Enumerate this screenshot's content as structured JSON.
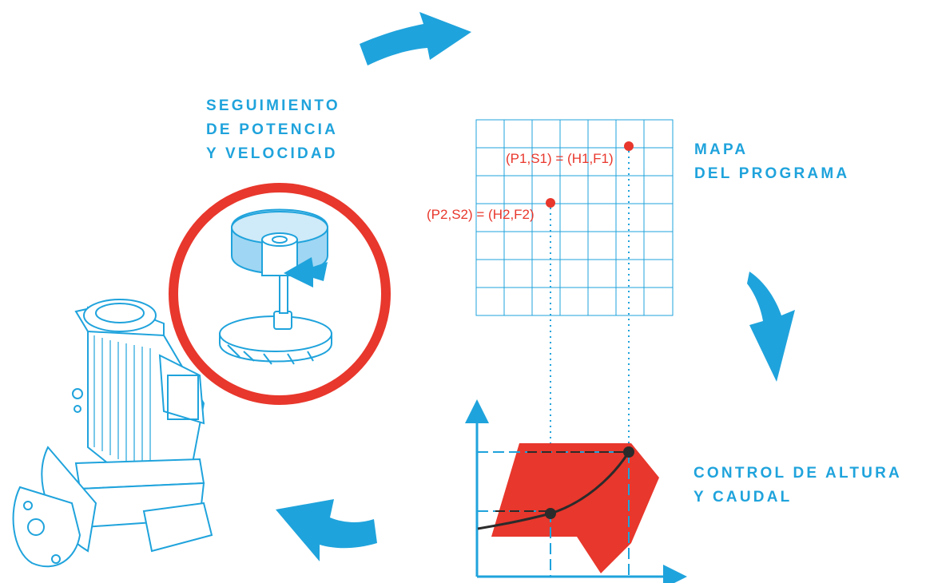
{
  "labels": {
    "seguimiento": [
      "SEGUIMIENTO",
      "DE POTENCIA",
      "Y VELOCIDAD"
    ],
    "mapa": [
      "MAPA",
      "DEL PROGRAMA"
    ],
    "control": [
      "CONTROL DE ALTURA",
      "Y CAUDAL"
    ]
  },
  "points": [
    {
      "P": "P1",
      "S": "S1",
      "H": "H1",
      "F": "F1"
    },
    {
      "P": "P2",
      "S": "S2",
      "H": "H2",
      "F": "F2"
    }
  ],
  "colors": {
    "blue": "#1fa3dc",
    "red": "#e8372c",
    "dark": "#333333"
  },
  "icons": [
    "curved-arrow-icon",
    "pump-icon",
    "impeller-icon",
    "rotation-arrow-icon"
  ]
}
